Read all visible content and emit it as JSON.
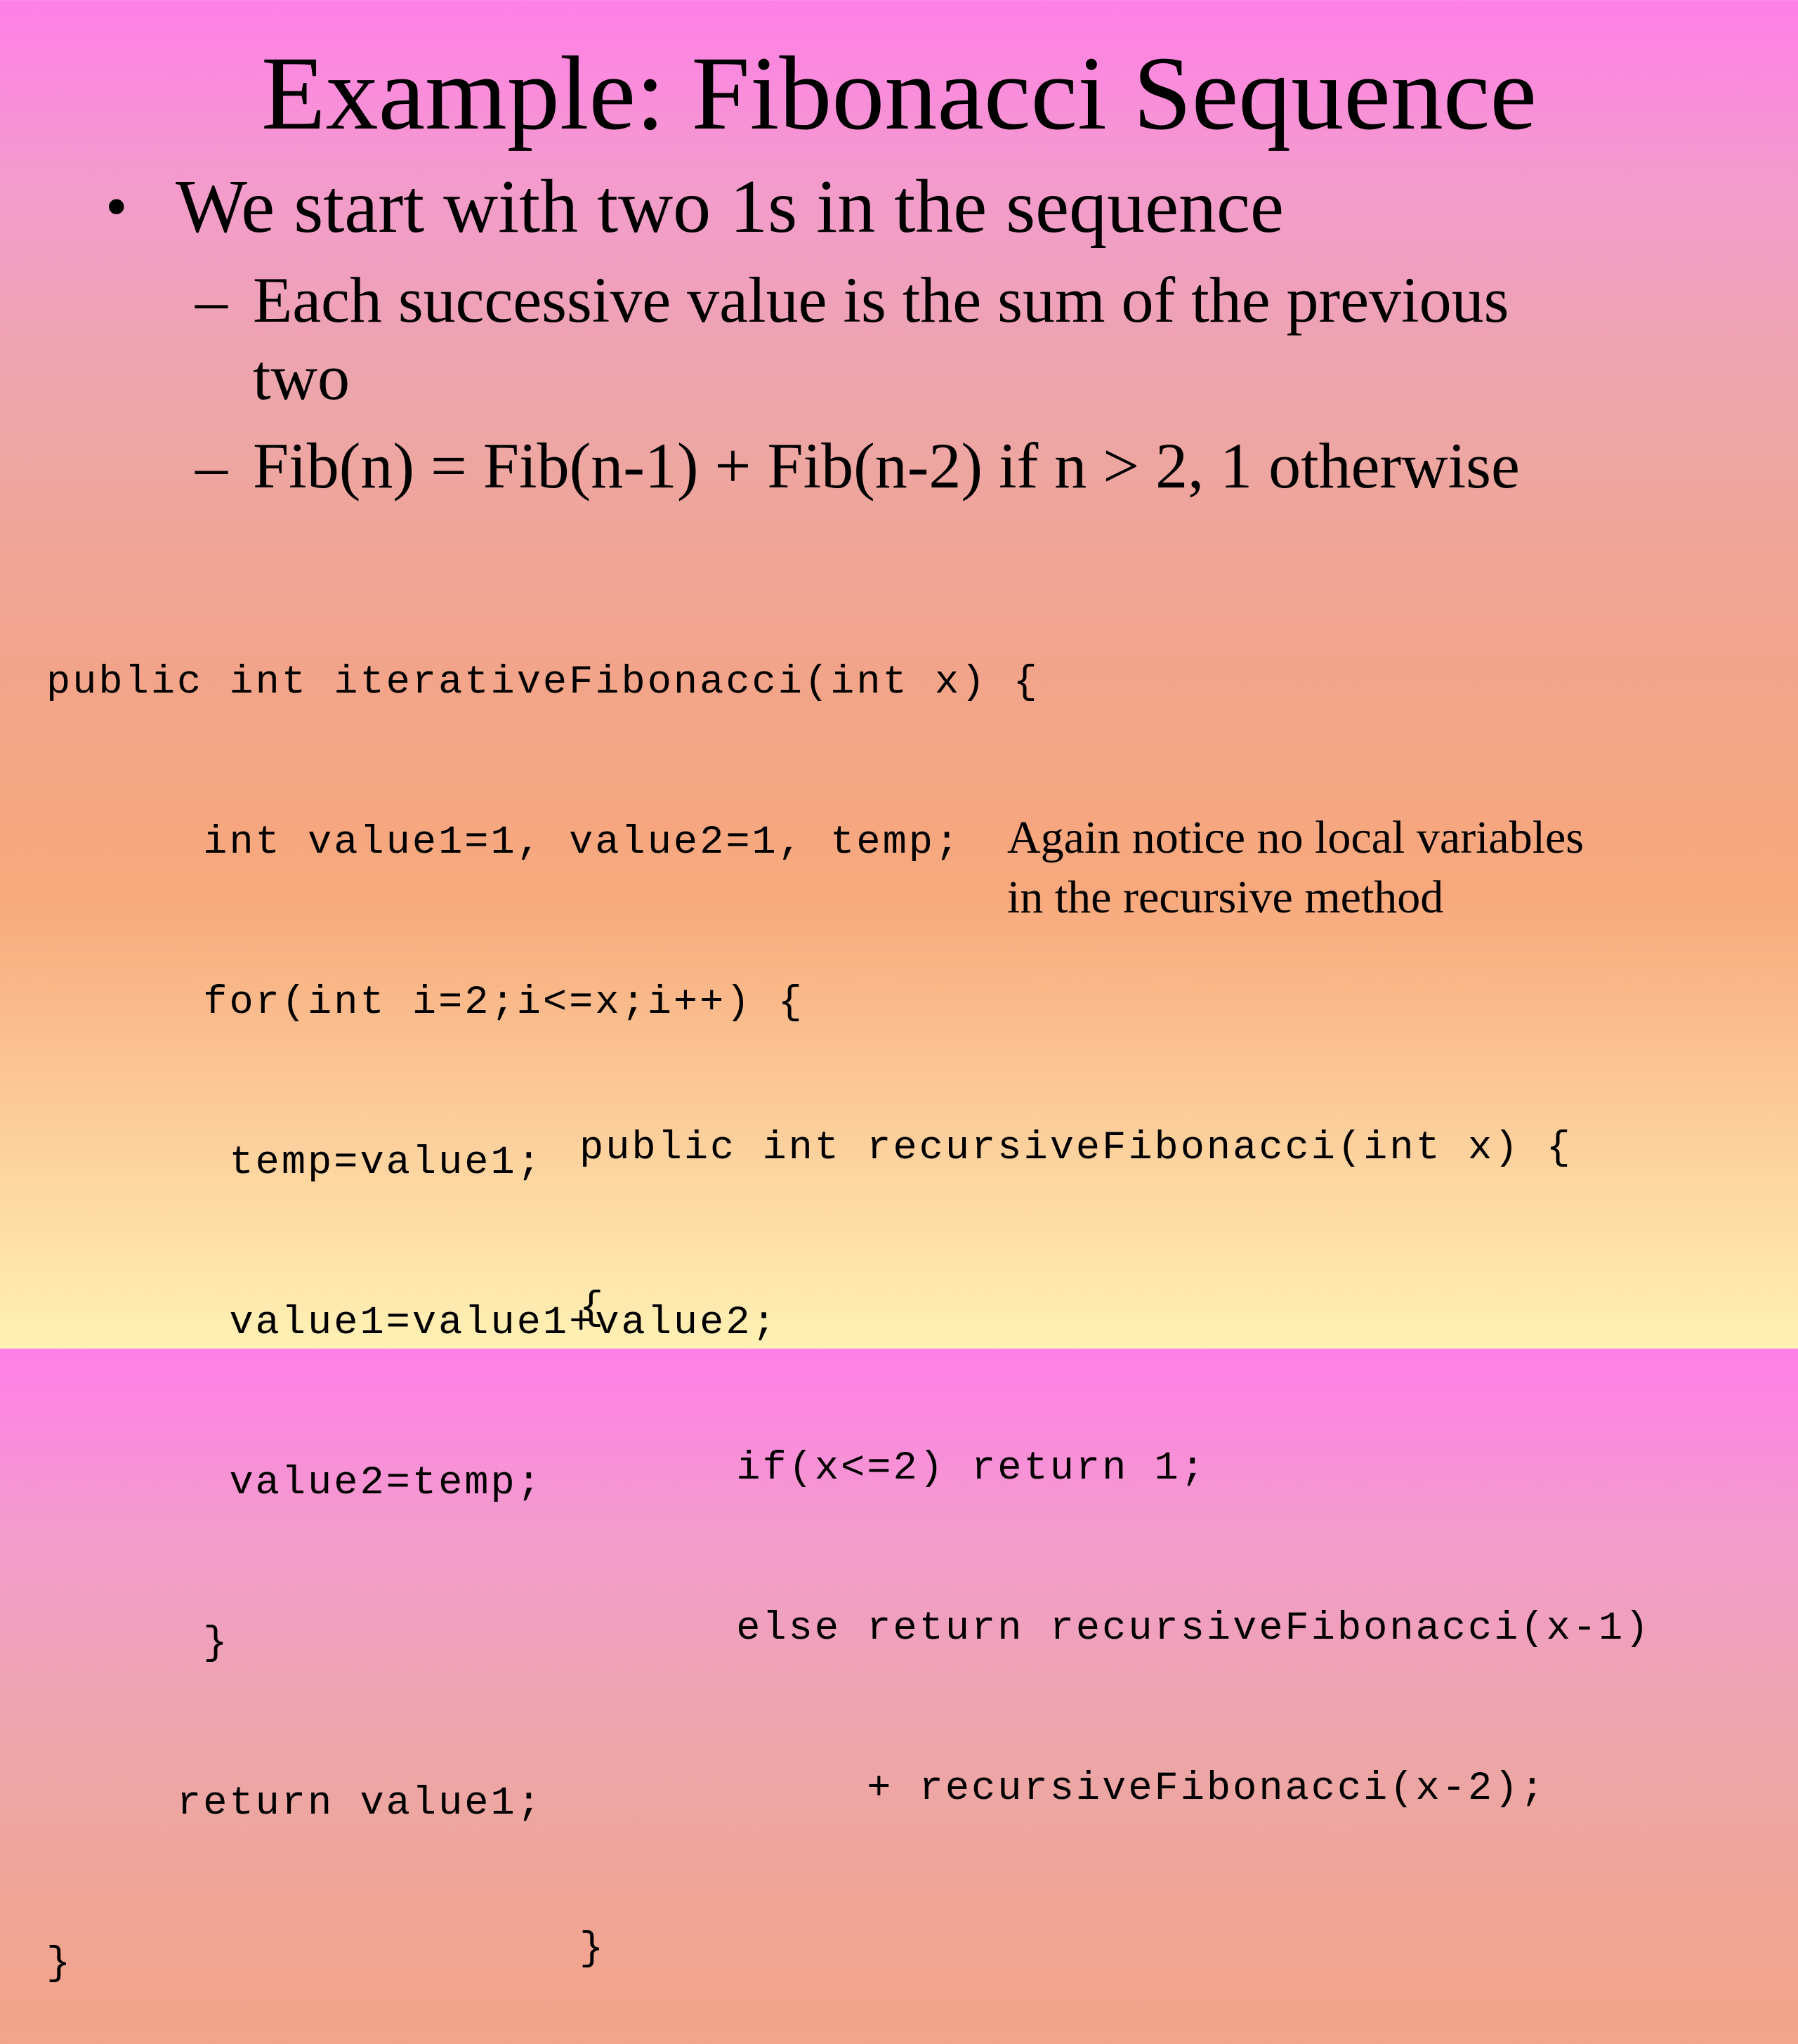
{
  "slide": {
    "title": "Example:  Fibonacci Sequence",
    "bullet": {
      "marker": "•",
      "text": "We start with two 1s in the sequence"
    },
    "sub_bullets": [
      {
        "dash": "–",
        "text": "Each successive value is the sum of the previous",
        "continuation": "two"
      },
      {
        "dash": "–",
        "text": "Fib(n) = Fib(n-1) + Fib(n-2) if n > 2, 1 otherwise"
      }
    ],
    "iterative_code": [
      "public int iterativeFibonacci(int x) {",
      "      int value1=1, value2=1, temp;",
      "      for(int i=2;i<=x;i++) {",
      "       temp=value1;",
      "       value1=value1+value2;",
      "       value2=temp;",
      "      }",
      "     return value1;",
      "}"
    ],
    "recursive_code": [
      "public int recursiveFibonacci(int x) {",
      "{",
      "      if(x<=2) return 1;",
      "      else return recursiveFibonacci(x-1)",
      "           + recursiveFibonacci(x-2);",
      "}"
    ],
    "note": [
      "Again notice no local variables",
      "in the recursive method"
    ]
  }
}
